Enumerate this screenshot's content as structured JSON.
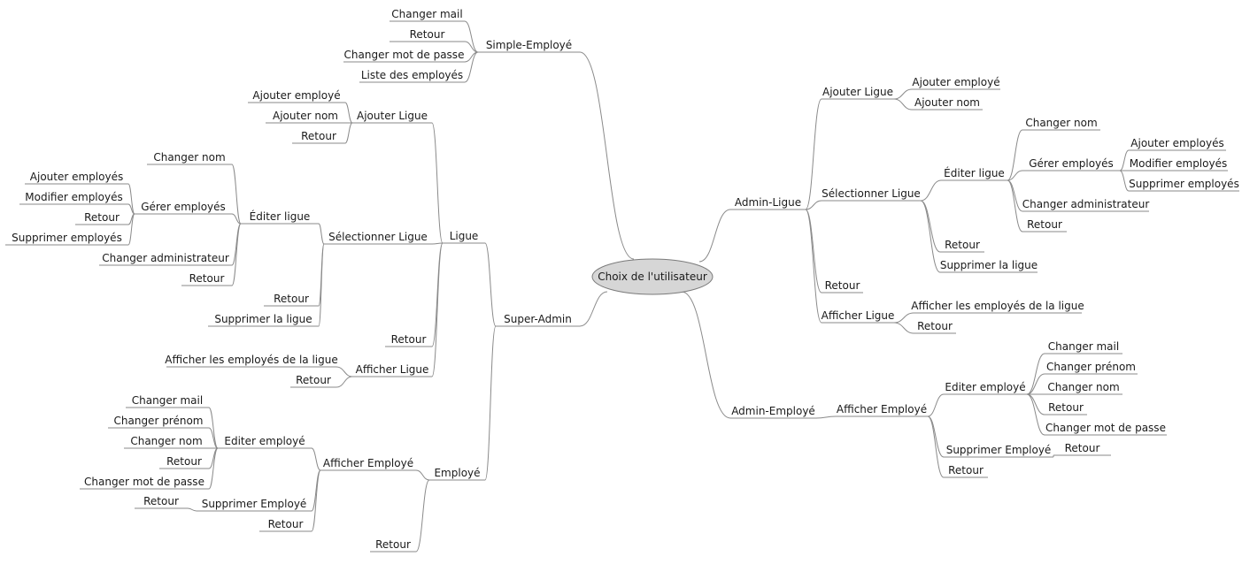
{
  "root": {
    "label": "Choix de l'utilisateur",
    "fill": "#d6d6d6",
    "stroke": "#7a7a7a"
  },
  "branches": [
    {
      "label": "Simple-Employé",
      "children": [
        {
          "label": "Changer mail"
        },
        {
          "label": "Retour"
        },
        {
          "label": "Changer mot de passe"
        },
        {
          "label": "Liste des employés"
        }
      ]
    },
    {
      "label": "Super-Admin",
      "children": [
        {
          "label": "Ligue",
          "children": [
            {
              "label": "Ajouter Ligue",
              "children": [
                {
                  "label": "Ajouter employé"
                },
                {
                  "label": "Ajouter nom"
                },
                {
                  "label": "Retour"
                }
              ]
            },
            {
              "label": "Sélectionner Ligue",
              "children": [
                {
                  "label": "Éditer ligue",
                  "children": [
                    {
                      "label": "Changer nom"
                    },
                    {
                      "label": "Gérer employés",
                      "children": [
                        {
                          "label": "Ajouter employés"
                        },
                        {
                          "label": "Modifier employés"
                        },
                        {
                          "label": "Retour"
                        },
                        {
                          "label": "Supprimer employés"
                        }
                      ]
                    },
                    {
                      "label": "Changer administrateur"
                    },
                    {
                      "label": "Retour"
                    }
                  ]
                },
                {
                  "label": "Retour"
                },
                {
                  "label": "Supprimer la ligue"
                }
              ]
            },
            {
              "label": "Retour"
            },
            {
              "label": "Afficher Ligue",
              "children": [
                {
                  "label": "Afficher les employés de la ligue"
                },
                {
                  "label": "Retour"
                }
              ]
            }
          ]
        },
        {
          "label": "Employé",
          "children": [
            {
              "label": "Afficher Employé",
              "children": [
                {
                  "label": "Editer employé",
                  "children": [
                    {
                      "label": "Changer mail"
                    },
                    {
                      "label": "Changer prénom"
                    },
                    {
                      "label": "Changer nom"
                    },
                    {
                      "label": "Retour"
                    },
                    {
                      "label": "Changer mot de passe"
                    }
                  ]
                },
                {
                  "label": "Supprimer Employé",
                  "children": [
                    {
                      "label": "Retour"
                    }
                  ]
                },
                {
                  "label": "Retour"
                }
              ]
            },
            {
              "label": "Retour"
            }
          ]
        }
      ]
    },
    {
      "label": "Admin-Ligue",
      "children": [
        {
          "label": "Ajouter Ligue",
          "children": [
            {
              "label": "Ajouter employé"
            },
            {
              "label": "Ajouter nom"
            }
          ]
        },
        {
          "label": "Sélectionner Ligue",
          "children": [
            {
              "label": "Éditer ligue",
              "children": [
                {
                  "label": "Changer nom"
                },
                {
                  "label": "Gérer employés",
                  "children": [
                    {
                      "label": "Ajouter employés"
                    },
                    {
                      "label": "Modifier employés"
                    },
                    {
                      "label": "Supprimer employés"
                    }
                  ]
                },
                {
                  "label": "Changer administrateur"
                },
                {
                  "label": "Retour"
                }
              ]
            },
            {
              "label": "Retour"
            },
            {
              "label": "Supprimer la ligue"
            }
          ]
        },
        {
          "label": "Retour"
        },
        {
          "label": "Afficher Ligue",
          "children": [
            {
              "label": "Afficher les employés de la ligue"
            },
            {
              "label": "Retour"
            }
          ]
        }
      ]
    },
    {
      "label": "Admin-Employé",
      "children": [
        {
          "label": "Afficher Employé",
          "children": [
            {
              "label": "Editer employé",
              "children": [
                {
                  "label": "Changer mail"
                },
                {
                  "label": "Changer prénom"
                },
                {
                  "label": "Changer nom"
                },
                {
                  "label": "Retour"
                },
                {
                  "label": "Changer mot de passe"
                }
              ]
            },
            {
              "label": "Supprimer Employé",
              "children": [
                {
                  "label": "Retour"
                }
              ]
            },
            {
              "label": "Retour"
            }
          ]
        }
      ]
    }
  ]
}
